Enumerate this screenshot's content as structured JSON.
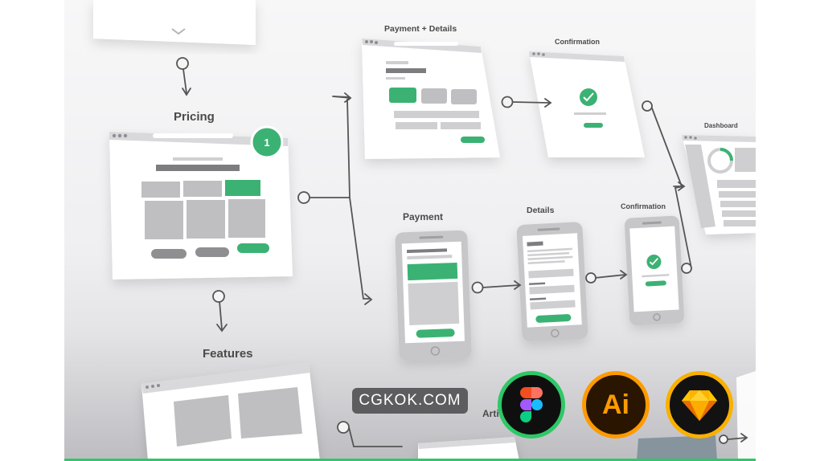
{
  "labels": {
    "pricing": "Pricing",
    "features": "Features",
    "payment_details": "Payment + Details",
    "confirmation_desktop": "Confirmation",
    "dashboard": "Dashboard",
    "payment_mobile": "Payment",
    "details_mobile": "Details",
    "confirmation_mobile": "Confirmation",
    "articles_partial": "Arti"
  },
  "step_badge": "1",
  "watermark": "CGKOK.COM",
  "tool_badges": {
    "figma": "figma-icon",
    "illustrator_text": "Ai",
    "sketch": "sketch-icon"
  },
  "colors": {
    "accent_green": "#3bb273",
    "wire_gray": "#bfbfc2",
    "wire_dark": "#8f8f92",
    "line": "#555555",
    "figma_ring": "#2ec866",
    "ai_ring": "#ff9a00",
    "sketch_ring": "#f9b000"
  }
}
